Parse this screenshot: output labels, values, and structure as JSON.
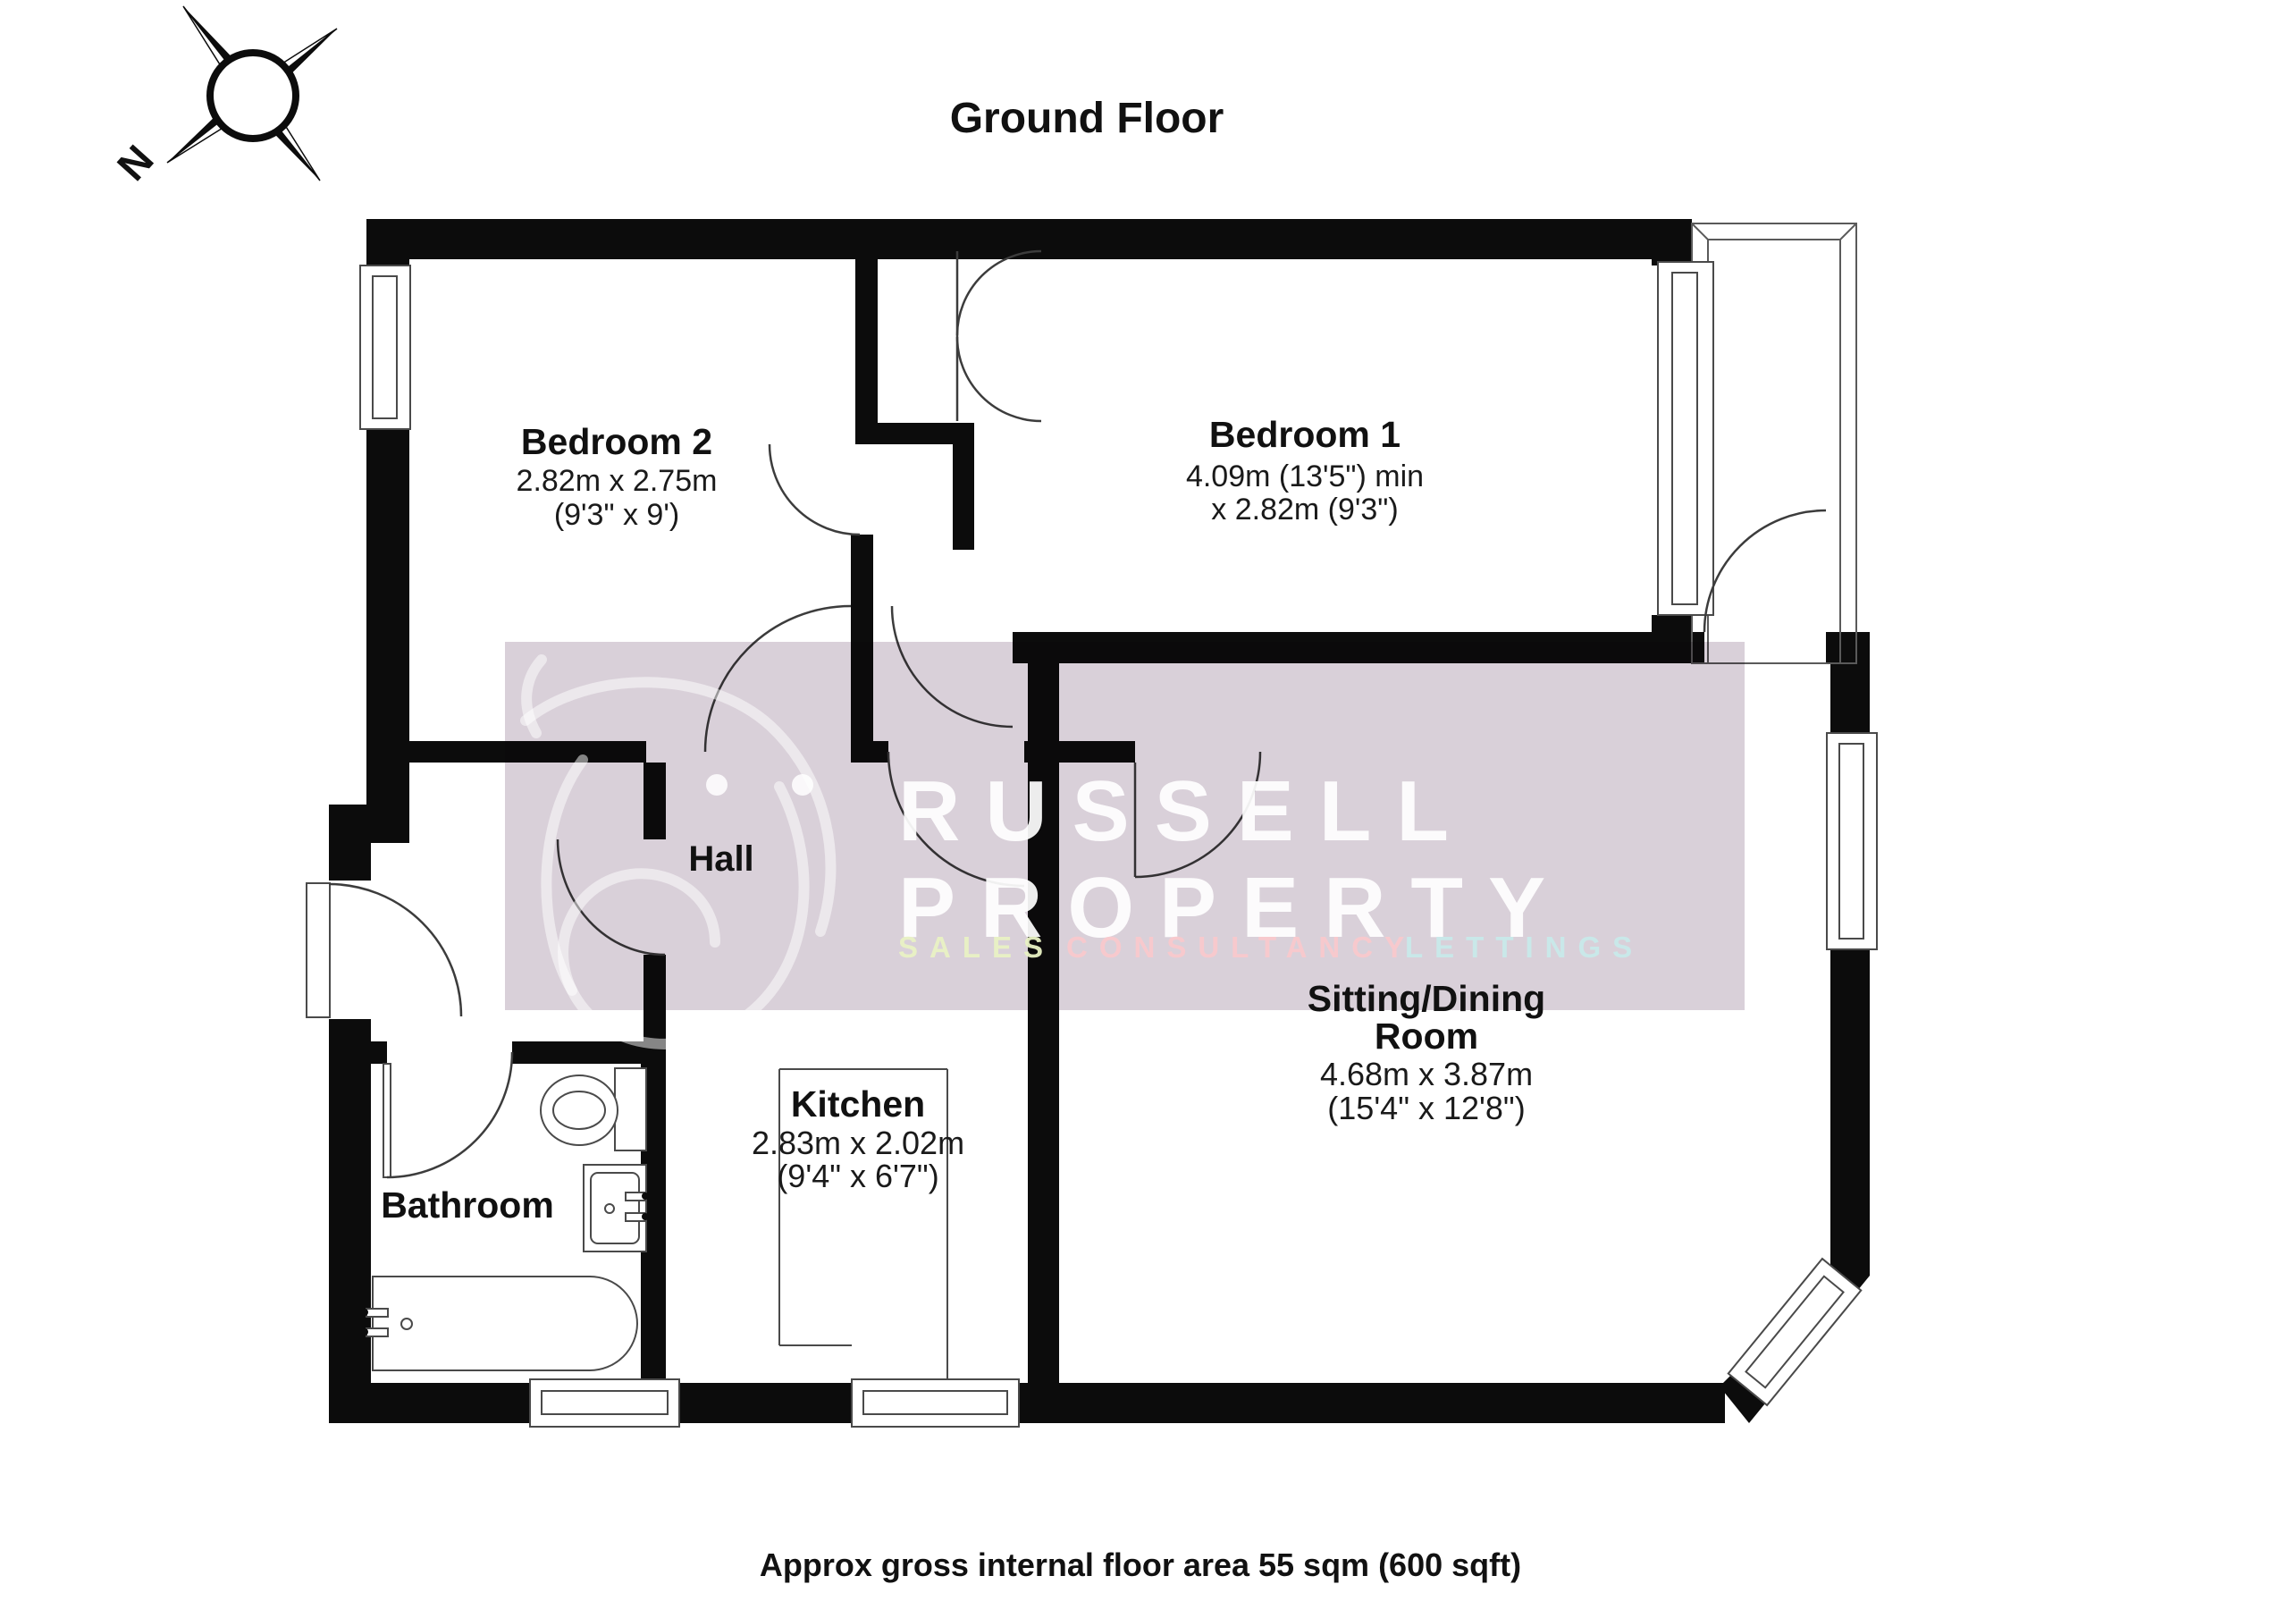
{
  "title": "Ground Floor",
  "caption": "Approx gross internal floor area 55 sqm (600 sqft)",
  "compass": {
    "label": "N"
  },
  "watermark": {
    "line1": "RUSSELL",
    "line2": "PROPERTY",
    "tagline": [
      {
        "text": "SALES",
        "color": "#e9f2c4"
      },
      {
        "text": "CONSULTANCY",
        "color": "#f9c9cd"
      },
      {
        "text": "LETTINGS",
        "color": "#c9eaea"
      }
    ],
    "overlay_color": "#d5cbd5",
    "text_color": "#ffffff"
  },
  "rooms": [
    {
      "id": "bedroom-2",
      "name": "Bedroom 2",
      "dims_metric": "2.82m x 2.75m",
      "dims_imperial": "(9'3\" x 9')"
    },
    {
      "id": "bedroom-1",
      "name": "Bedroom 1",
      "dims_metric": "4.09m (13'5\") min",
      "dims_imperial": "x 2.82m (9'3\")"
    },
    {
      "id": "hall",
      "name": "Hall"
    },
    {
      "id": "sitting-dining-room",
      "name": "Sitting/Dining",
      "name2": "Room",
      "dims_metric": "4.68m x 3.87m",
      "dims_imperial": "(15'4\" x 12'8\")"
    },
    {
      "id": "kitchen",
      "name": "Kitchen",
      "dims_metric": "2.83m x 2.02m",
      "dims_imperial": "(9'4\" x 6'7\")"
    },
    {
      "id": "bathroom",
      "name": "Bathroom"
    }
  ],
  "colors": {
    "wall": "#0c0c0c",
    "line": "#4a4a4a",
    "text": "#111111"
  }
}
